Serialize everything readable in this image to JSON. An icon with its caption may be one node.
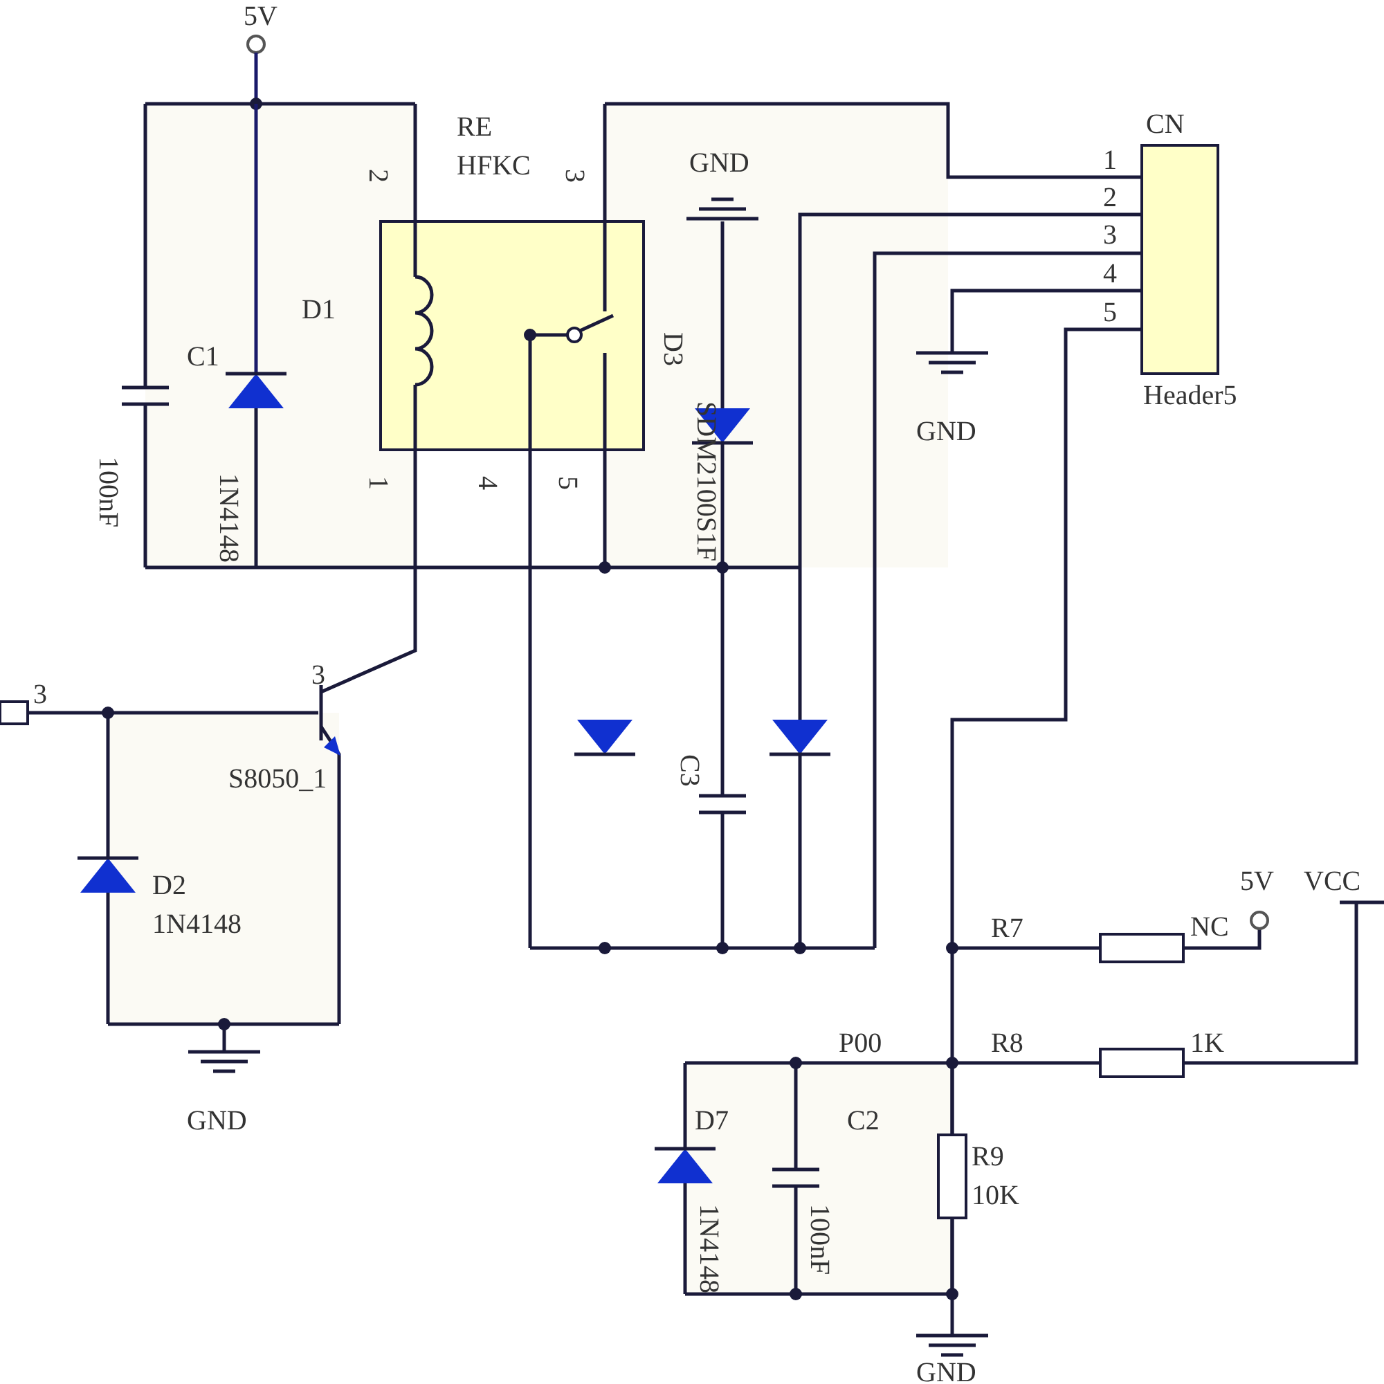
{
  "diagram": {
    "labels": [
      "5V",
      "RE",
      "HFKC",
      "2",
      "3",
      "CN",
      "GND",
      "1",
      "2",
      "3",
      "4",
      "D1",
      "5",
      "C1",
      "D3",
      "SDM2100S1F",
      "Header5",
      "GND",
      "100nF",
      "1N4148",
      "1",
      "4",
      "5",
      "3",
      "3",
      "S8050_1",
      "C3",
      "D2",
      "1N4148",
      "GND",
      "5V",
      "VCC",
      "R7",
      "NC",
      "P00",
      "R8",
      "1K",
      "D7",
      "C2",
      "R9",
      "10K",
      "1N4148",
      "100nF",
      "GND"
    ]
  }
}
